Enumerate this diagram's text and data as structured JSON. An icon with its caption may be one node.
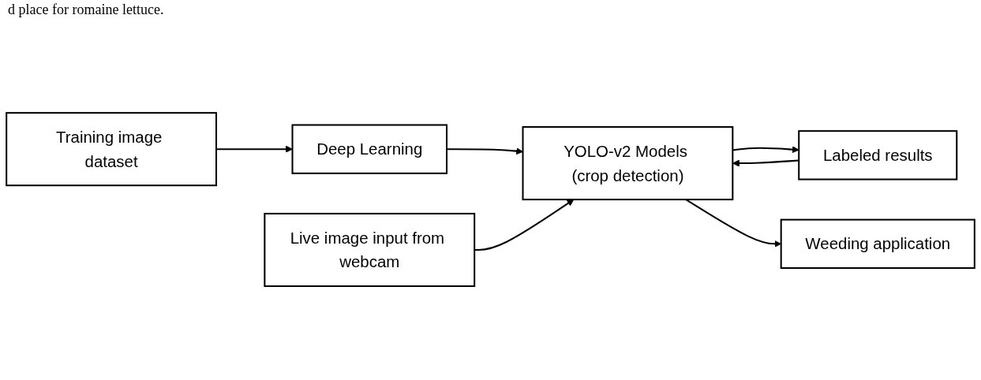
{
  "diagram": {
    "nodes": [
      {
        "text": [
          "Live image input from webcam"
        ]
      },
      {
        "text": [
          "Training image dataset"
        ]
      },
      {
        "text": [
          "Deep Learning"
        ]
      },
      {
        "text": [
          "YOLO-v2 Models (crop detection)"
        ]
      },
      {
        "text": [
          "Labeled results"
        ]
      },
      {
        "text": [
          "Weeding application"
        ]
      }
    ],
    "edges": [
      {
        "from": 1,
        "to": 2,
        "arrow": "to"
      },
      {
        "from": 2,
        "to": 3,
        "arrow": "to"
      },
      {
        "from": 0,
        "to": 3,
        "arrow": "to"
      },
      {
        "from": 3,
        "to": 4,
        "arrow": "to"
      },
      {
        "from": 4,
        "to": 3,
        "arrow": "to"
      },
      {
        "from": 3,
        "to": 5,
        "arrow": "to"
      }
    ],
    "labels": [
      "d place for romaine lettuce."
    ]
  }
}
